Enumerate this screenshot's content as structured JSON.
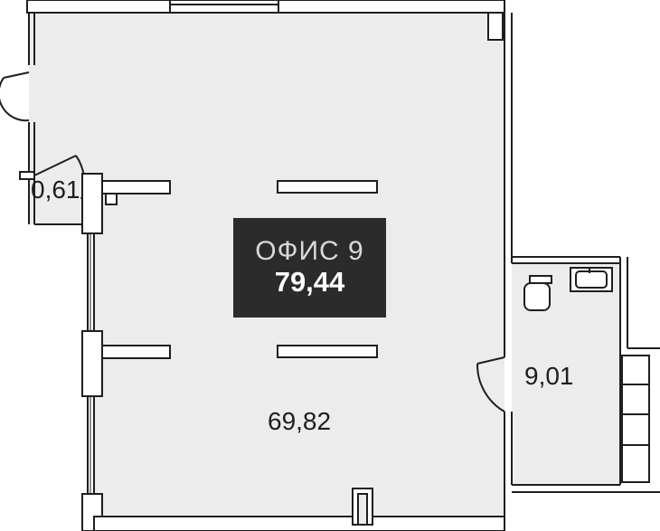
{
  "office": {
    "title": "ОФИС 9",
    "total_area": "79,44"
  },
  "rooms": {
    "main_hall_area": "69,82",
    "bathroom_area": "9,01",
    "vestibule_area": "0,61"
  },
  "colors": {
    "floor": "#ececec",
    "wall": "#1e1e1e",
    "badge_bg": "#2b2b2b",
    "badge_title": "#d8d8d8",
    "badge_value": "#ffffff"
  }
}
